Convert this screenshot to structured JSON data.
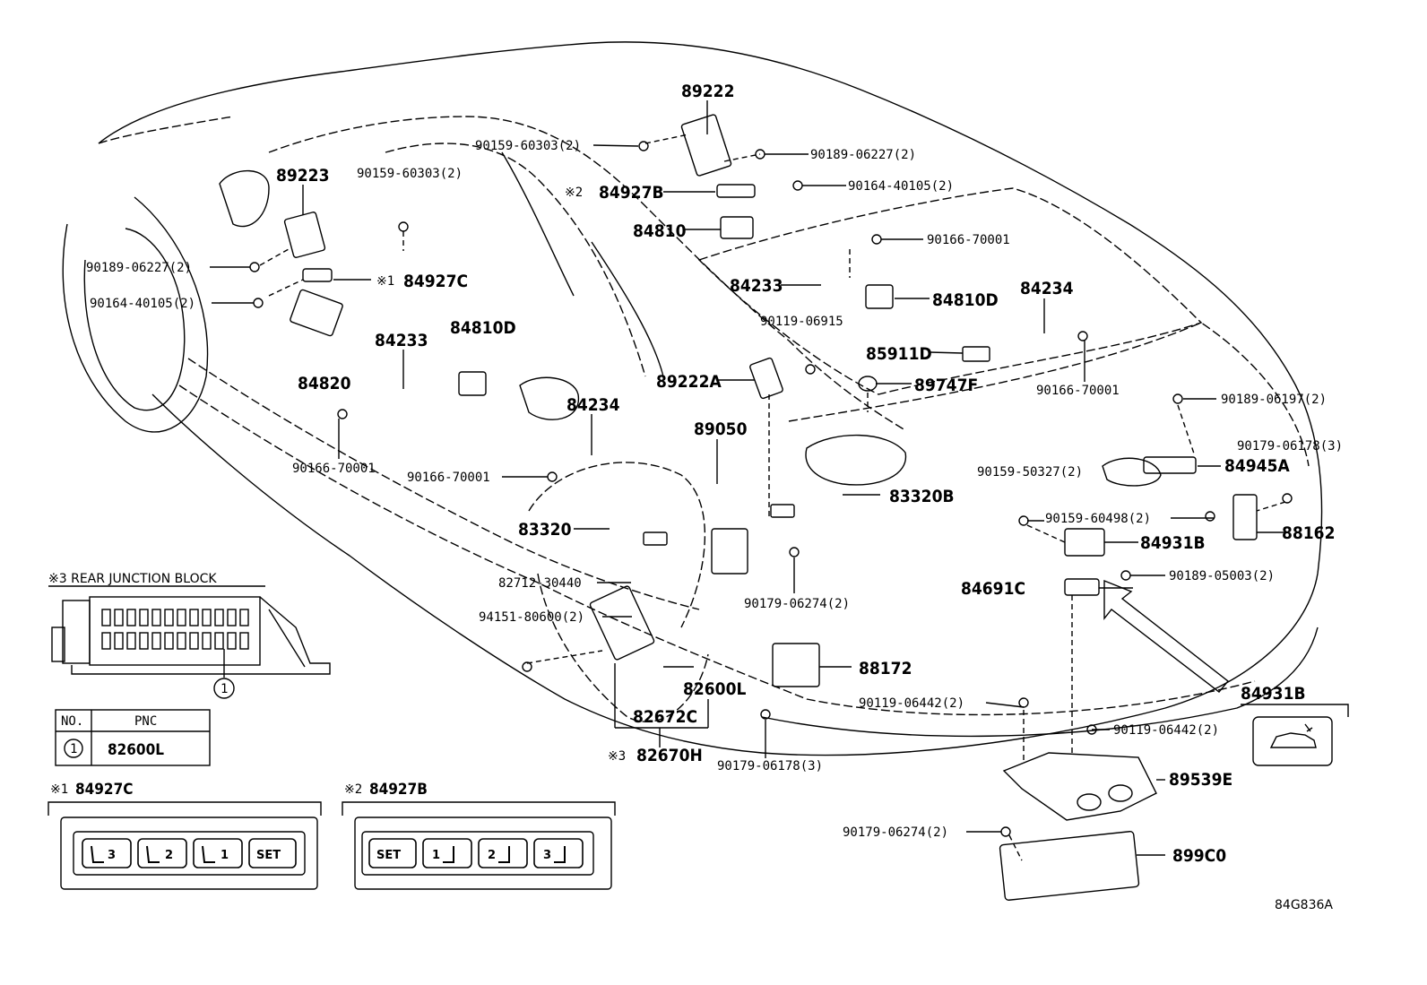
{
  "diagram_code": "84G836A",
  "part_labels": [
    {
      "id": "p89222",
      "text": "89222"
    },
    {
      "id": "p89223",
      "text": "89223"
    },
    {
      "id": "p84927B",
      "text": "84927B"
    },
    {
      "id": "p84810",
      "text": "84810"
    },
    {
      "id": "p84927C",
      "text": "84927C"
    },
    {
      "id": "p84820",
      "text": "84820"
    },
    {
      "id": "p84233a",
      "text": "84233"
    },
    {
      "id": "p84810Da",
      "text": "84810D"
    },
    {
      "id": "p84233b",
      "text": "84233"
    },
    {
      "id": "p84810Db",
      "text": "84810D"
    },
    {
      "id": "p84234a",
      "text": "84234"
    },
    {
      "id": "p84234b",
      "text": "84234"
    },
    {
      "id": "p85911D",
      "text": "85911D"
    },
    {
      "id": "p89222A",
      "text": "89222A"
    },
    {
      "id": "p89747F",
      "text": "89747F"
    },
    {
      "id": "p89050",
      "text": "89050"
    },
    {
      "id": "p83320B",
      "text": "83320B"
    },
    {
      "id": "p83320",
      "text": "83320"
    },
    {
      "id": "p84945A",
      "text": "84945A"
    },
    {
      "id": "p84931Ba",
      "text": "84931B"
    },
    {
      "id": "p88162",
      "text": "88162"
    },
    {
      "id": "p84691C",
      "text": "84691C"
    },
    {
      "id": "p88172",
      "text": "88172"
    },
    {
      "id": "p82600L",
      "text": "82600L"
    },
    {
      "id": "p82672C",
      "text": "82672C"
    },
    {
      "id": "p82670H",
      "text": "82670H"
    },
    {
      "id": "p84931Bb",
      "text": "84931B"
    },
    {
      "id": "p89539E",
      "text": "89539E"
    },
    {
      "id": "p899C0",
      "text": "899C0"
    }
  ],
  "fastener_labels": [
    {
      "id": "f1",
      "text": "90159-60303(2)"
    },
    {
      "id": "f2",
      "text": "90189-06227(2)"
    },
    {
      "id": "f3",
      "text": "90159-60303(2)"
    },
    {
      "id": "f4",
      "text": "90164-40105(2)"
    },
    {
      "id": "f5",
      "text": "90189-06227(2)"
    },
    {
      "id": "f6",
      "text": "90164-40105(2)"
    },
    {
      "id": "f7",
      "text": "90166-70001"
    },
    {
      "id": "f8",
      "text": "90119-06915"
    },
    {
      "id": "f9",
      "text": "90166-70001"
    },
    {
      "id": "f10",
      "text": "90189-06197(2)"
    },
    {
      "id": "f11",
      "text": "90179-06178(3)"
    },
    {
      "id": "f12",
      "text": "90166-70001"
    },
    {
      "id": "f13",
      "text": "90166-70001"
    },
    {
      "id": "f14",
      "text": "90159-50327(2)"
    },
    {
      "id": "f15",
      "text": "90159-60498(2)"
    },
    {
      "id": "f16",
      "text": "82712-30440"
    },
    {
      "id": "f17",
      "text": "90189-05003(2)"
    },
    {
      "id": "f18",
      "text": "94151-80600(2)"
    },
    {
      "id": "f19",
      "text": "90179-06274(2)"
    },
    {
      "id": "f20",
      "text": "90119-06442(2)"
    },
    {
      "id": "f21",
      "text": "90119-06442(2)"
    },
    {
      "id": "f22",
      "text": "90179-06178(3)"
    },
    {
      "id": "f23",
      "text": "90179-06274(2)"
    }
  ],
  "note_marks": {
    "m1": "※1",
    "m2": "※2",
    "m3": "※3"
  },
  "junction_block": {
    "title": "※3 REAR JUNCTION BLOCK",
    "marker": "1"
  },
  "pnc_table": {
    "header_no": "NO.",
    "header_pnc": "PNC",
    "row_no": "1",
    "row_pnc": "82600L"
  },
  "switch_panels": {
    "left": {
      "title_mark": "※1",
      "title": "84927C",
      "buttons": [
        "3",
        "2",
        "1",
        "SET"
      ]
    },
    "right": {
      "title_mark": "※2",
      "title": "84927B",
      "buttons": [
        "SET",
        "1",
        "2",
        "3"
      ]
    }
  }
}
